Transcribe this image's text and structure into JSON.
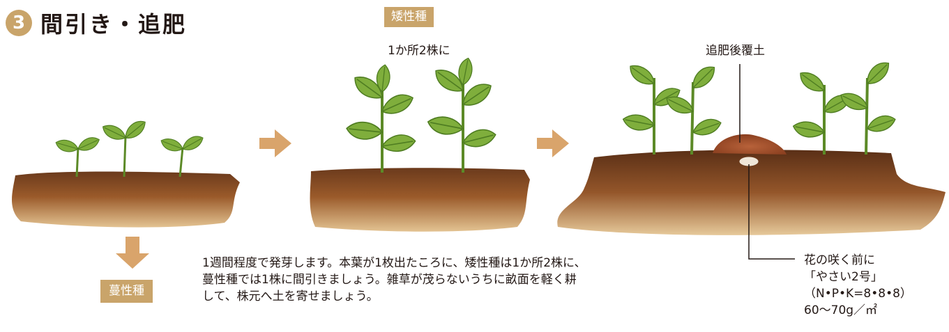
{
  "header": {
    "step_number": "3",
    "title": "間引き・追肥"
  },
  "tags": {
    "dwarf": "矮性種",
    "vine": "蔓性種"
  },
  "labels": {
    "two_per_spot": "1か所2株に",
    "hilling_after_fert": "追肥後覆土"
  },
  "description": [
    "1週間程度で発芽します。本葉が1枚出たころに、矮性種は1か所2株に、",
    "蔓性種では1株に間引きましょう。雑草が茂らないうちに畝面を軽く耕",
    "して、株元へ土を寄せましょう。"
  ],
  "fertilizer": [
    "花の咲く前に",
    "「やさい2号」",
    "（N•P•K=8•8•8）",
    "60〜70g／㎡"
  ],
  "colors": {
    "accent": "#c9a46a",
    "arrow": "#d9a46b",
    "soil_dark": "#6b3a1c",
    "soil_mid": "#a0622e",
    "soil_light": "#d9b27a",
    "leaf": "#7fae3c",
    "leaf_dark": "#4f7d22"
  }
}
